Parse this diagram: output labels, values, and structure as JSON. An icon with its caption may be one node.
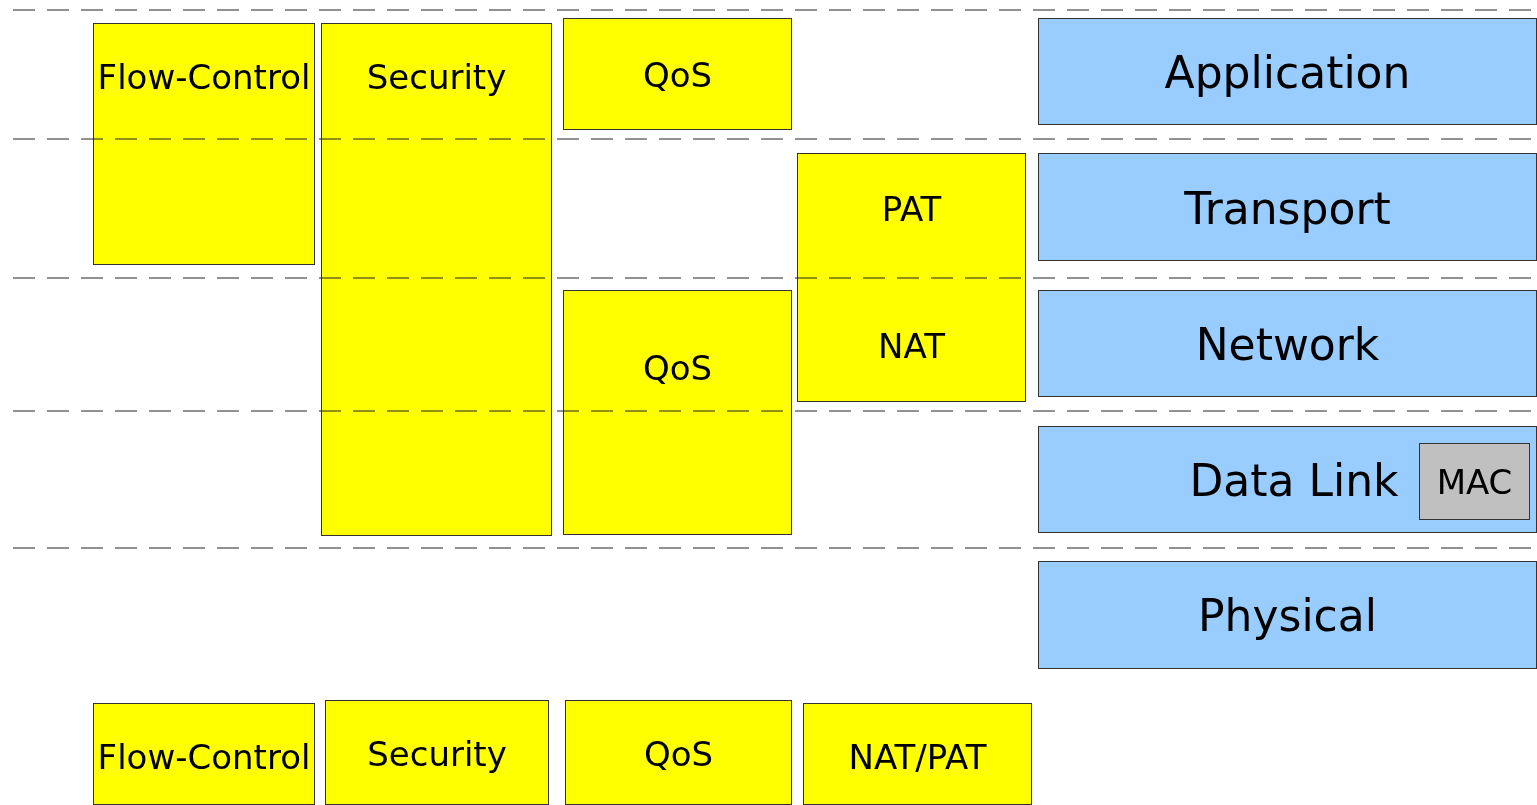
{
  "diagram": {
    "nodes": [
      {
        "text": [
          "Flow-Control"
        ]
      },
      {
        "text": [
          "Security"
        ]
      },
      {
        "text": [
          "QoS"
        ]
      },
      {
        "text": [
          "Application"
        ]
      },
      {
        "text": [
          "PAT",
          "NAT"
        ]
      },
      {
        "text": [
          "Transport"
        ]
      },
      {
        "text": [
          "QoS"
        ]
      },
      {
        "text": [
          "Network"
        ]
      },
      {
        "text": [
          "Data Link"
        ]
      },
      {
        "text": [
          "MAC"
        ],
        "in": 8
      },
      {
        "text": [
          "Physical"
        ]
      },
      {
        "text": [
          "Flow-Control"
        ]
      },
      {
        "text": [
          "Security"
        ]
      },
      {
        "text": [
          "QoS"
        ]
      },
      {
        "text": [
          "NAT/PAT"
        ]
      }
    ]
  }
}
